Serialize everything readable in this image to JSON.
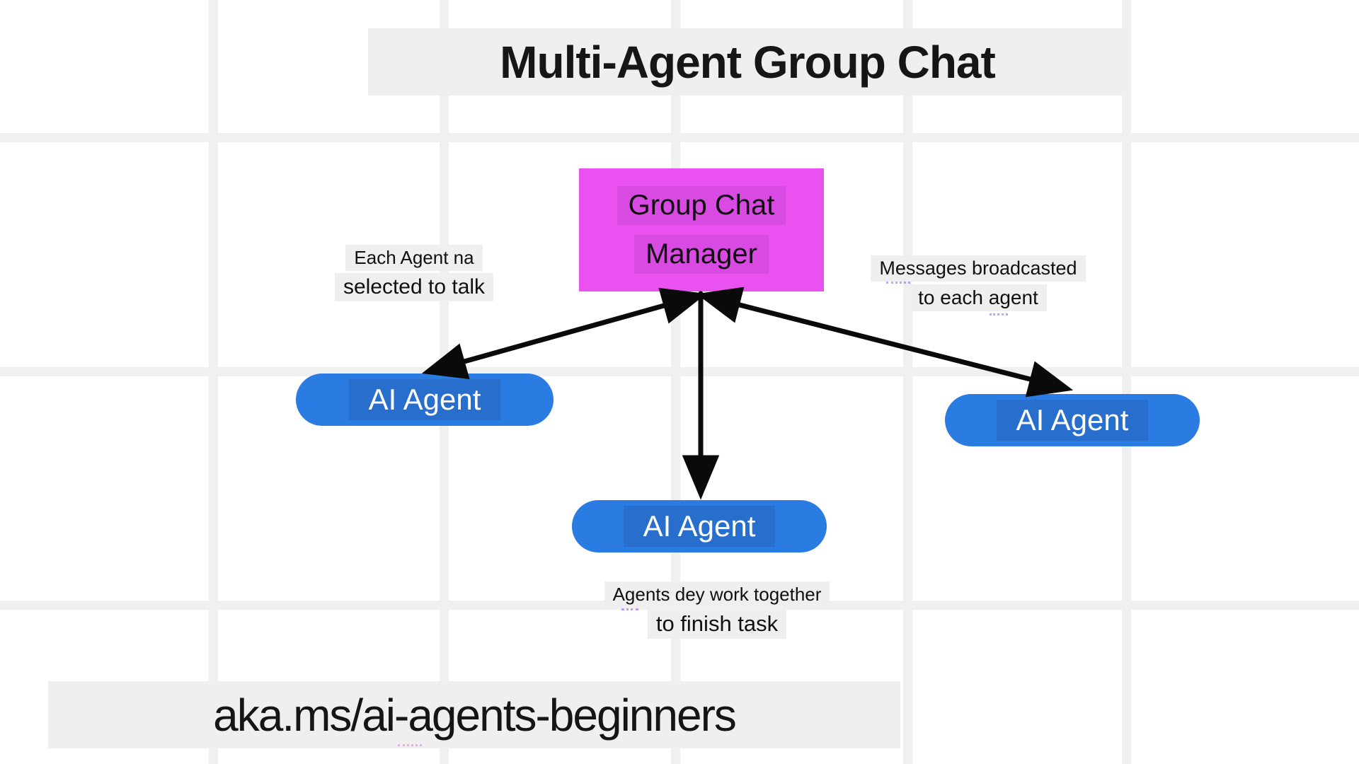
{
  "title": "Multi-Agent Group Chat",
  "manager_box": {
    "lines": [
      "Group Chat",
      "Manager"
    ]
  },
  "agents": [
    {
      "position": "left",
      "label": "AI Agent"
    },
    {
      "position": "center",
      "label": "AI Agent"
    },
    {
      "position": "right",
      "label": "AI Agent"
    }
  ],
  "annotations": {
    "left": {
      "lines": [
        "Each Agent na",
        "selected to talk"
      ]
    },
    "right": {
      "lines": [
        "Messages broadcasted",
        "to each agent"
      ]
    },
    "bottom": {
      "lines": [
        "Agents dey work together",
        "to finish task"
      ]
    }
  },
  "footer": {
    "text": "aka.ms/ai-agents-beginners"
  },
  "colors": {
    "background": "#ffffff",
    "grid_line": "#f0f0f0",
    "manager_box": "#e951f1",
    "agent_pill": "#2b7ce2",
    "label_highlight": "#efefef",
    "arrow": "#0a0a0a",
    "text": "#141414"
  }
}
